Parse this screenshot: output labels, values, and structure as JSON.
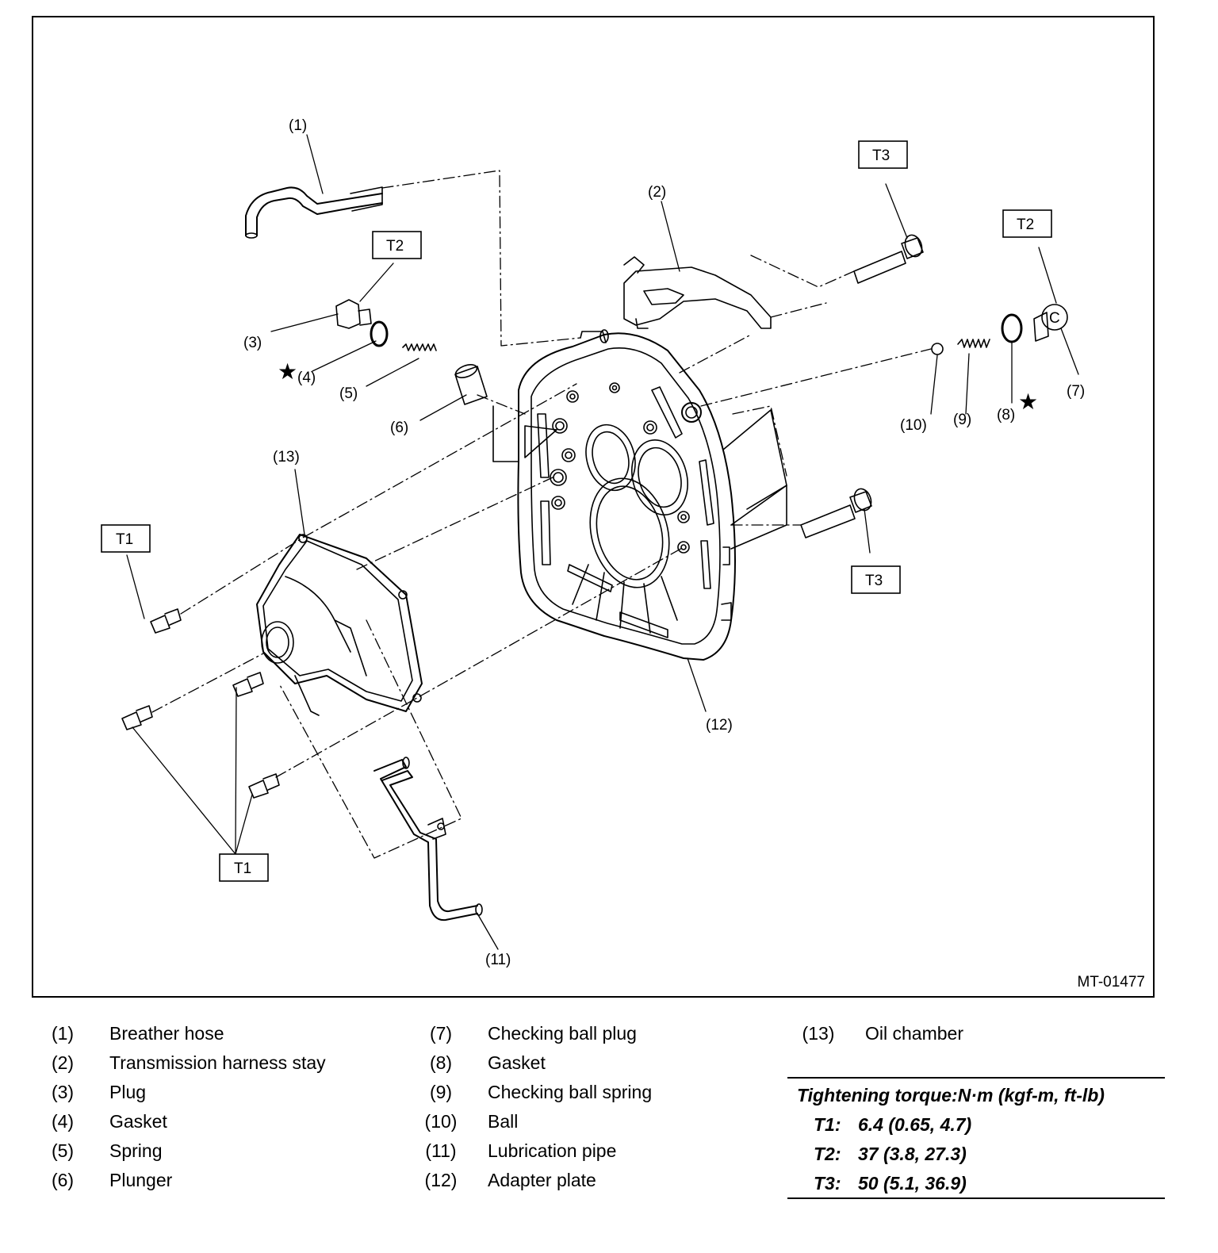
{
  "figure": {
    "code": "MT-01477",
    "callouts": [
      {
        "id": "c1",
        "text": "(1)"
      },
      {
        "id": "c2",
        "text": "(2)"
      },
      {
        "id": "c3",
        "text": "(3)"
      },
      {
        "id": "c4",
        "text": "(4)"
      },
      {
        "id": "c5",
        "text": "(5)"
      },
      {
        "id": "c6",
        "text": "(6)"
      },
      {
        "id": "c7",
        "text": "(7)"
      },
      {
        "id": "c8",
        "text": "(8)"
      },
      {
        "id": "c9",
        "text": "(9)"
      },
      {
        "id": "c10",
        "text": "(10)"
      },
      {
        "id": "c11",
        "text": "(11)"
      },
      {
        "id": "c12",
        "text": "(12)"
      },
      {
        "id": "c13",
        "text": "(13)"
      }
    ],
    "torque_boxes": {
      "t3_top": "T3",
      "t2_left": "T2",
      "t2_right": "T2",
      "t1_upper": "T1",
      "t3_lower": "T3",
      "t1_lower": "T1"
    },
    "stars": {
      "s4": "★",
      "s8": "★"
    },
    "plug_mark": "C"
  },
  "legend": {
    "col1": [
      {
        "num": "(1)",
        "name": "Breather hose"
      },
      {
        "num": "(2)",
        "name": "Transmission harness stay"
      },
      {
        "num": "(3)",
        "name": "Plug"
      },
      {
        "num": "(4)",
        "name": "Gasket"
      },
      {
        "num": "(5)",
        "name": "Spring"
      },
      {
        "num": "(6)",
        "name": "Plunger"
      }
    ],
    "col2": [
      {
        "num": "(7)",
        "name": "Checking ball plug"
      },
      {
        "num": "(8)",
        "name": "Gasket"
      },
      {
        "num": "(9)",
        "name": "Checking ball spring"
      },
      {
        "num": "(10)",
        "name": "Ball"
      },
      {
        "num": "(11)",
        "name": "Lubrication pipe"
      },
      {
        "num": "(12)",
        "name": "Adapter plate"
      }
    ],
    "col3": [
      {
        "num": "(13)",
        "name": "Oil chamber"
      }
    ]
  },
  "torque": {
    "title": "Tightening torque:N·m (kgf-m, ft-lb)",
    "rows": [
      {
        "key": "T1:",
        "value": "6.4 (0.65, 4.7)"
      },
      {
        "key": "T2:",
        "value": "37 (3.8, 27.3)"
      },
      {
        "key": "T3:",
        "value": "50 (5.1, 36.9)"
      }
    ]
  }
}
